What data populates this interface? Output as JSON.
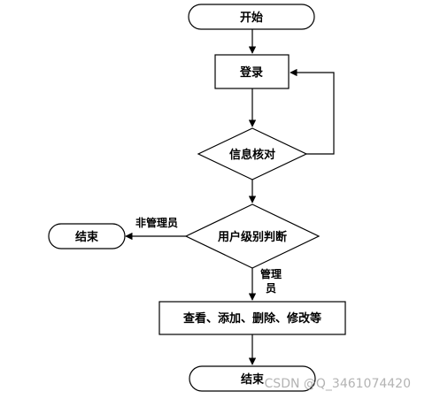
{
  "nodes": {
    "start": "开始",
    "login": "登录",
    "verify": "信息核对",
    "level_check": "用户级别判断",
    "end_left": "结束",
    "actions": "查看、添加、删除、修改等",
    "end_bottom": "结束"
  },
  "edges": {
    "non_admin": "非管理员",
    "admin_line1": "管理",
    "admin_line2": "员"
  },
  "watermark": "CSDN @Q_3461074420"
}
